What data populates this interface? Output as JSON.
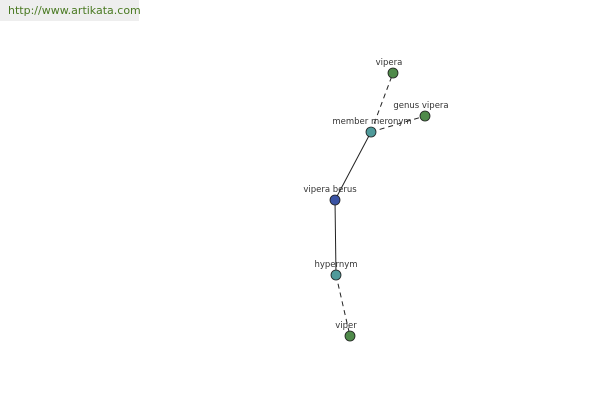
{
  "source_url": "http://www.artikata.com",
  "graph": {
    "nodes": [
      {
        "id": "vipera",
        "label": "vipera",
        "color": "#4f8a4a"
      },
      {
        "id": "genus-vipera",
        "label": "genus vipera",
        "color": "#4f8a4a"
      },
      {
        "id": "member-meronym",
        "label": "member meronym",
        "color": "#4f9a9a"
      },
      {
        "id": "vipera-berus",
        "label": "vipera berus",
        "color": "#3a53a4"
      },
      {
        "id": "hypernym",
        "label": "hypernym",
        "color": "#4f9a9a"
      },
      {
        "id": "viper",
        "label": "viper",
        "color": "#4f8a4a"
      }
    ],
    "edges": [
      {
        "from": "vipera-berus",
        "to": "member-meronym",
        "style": "solid"
      },
      {
        "from": "member-meronym",
        "to": "vipera",
        "style": "dashed"
      },
      {
        "from": "member-meronym",
        "to": "genus-vipera",
        "style": "dashed"
      },
      {
        "from": "vipera-berus",
        "to": "hypernym",
        "style": "solid"
      },
      {
        "from": "hypernym",
        "to": "viper",
        "style": "dashed"
      }
    ]
  }
}
